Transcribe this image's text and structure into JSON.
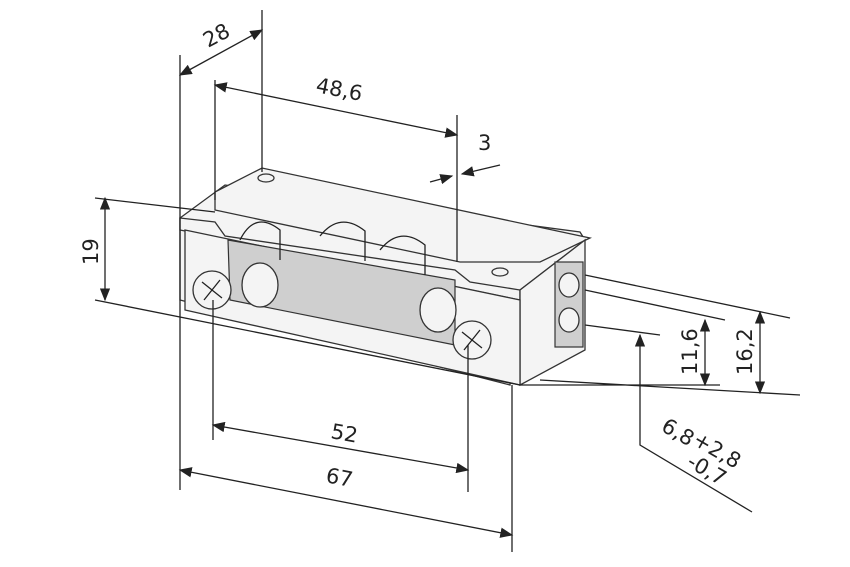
{
  "dimensions": {
    "width_28": "28",
    "length_48_6": "48,6",
    "offset_3": "3",
    "height_19": "19",
    "screw_spacing_52": "52",
    "length_67": "67",
    "height_11_6": "11,6",
    "height_16_2": "16,2",
    "latch_6_8": "6,8",
    "tol_plus": "+2,8",
    "tol_minus": "-0,7"
  }
}
